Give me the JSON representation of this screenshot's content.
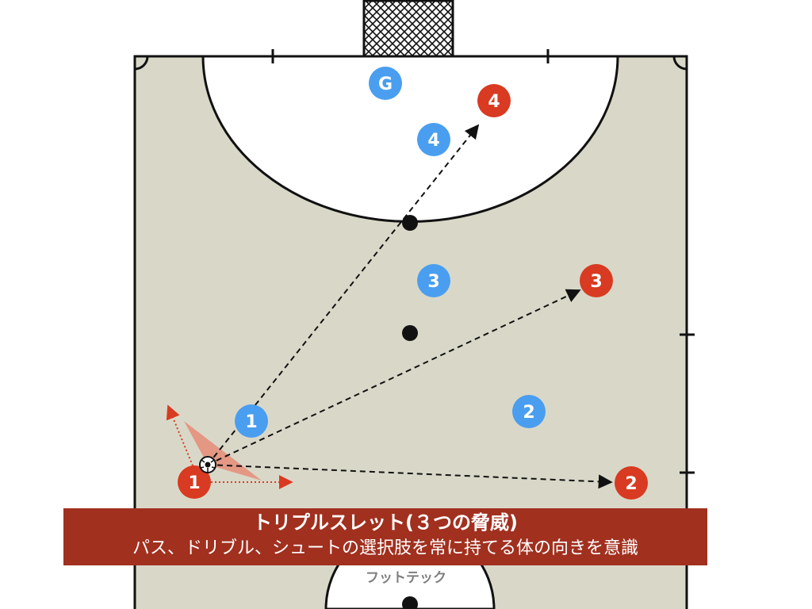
{
  "colors": {
    "court": "#d9d8c8",
    "line": "#111111",
    "team_red": "#d93a22",
    "team_blue": "#4a9ef0",
    "caption_bg": "#a1301f",
    "triangle": "#e4917c"
  },
  "players": {
    "goalkeeper": "G",
    "blue_1": "1",
    "blue_2": "2",
    "blue_3": "3",
    "blue_4": "4",
    "red_1": "1",
    "red_2": "2",
    "red_3": "3",
    "red_4": "4"
  },
  "caption": {
    "title": "トリプルスレット(３つの脅威)",
    "subtitle": "パス、ドリブル、シュートの選択肢を常に持てる体の向きを意識"
  },
  "credit": "フットテック"
}
